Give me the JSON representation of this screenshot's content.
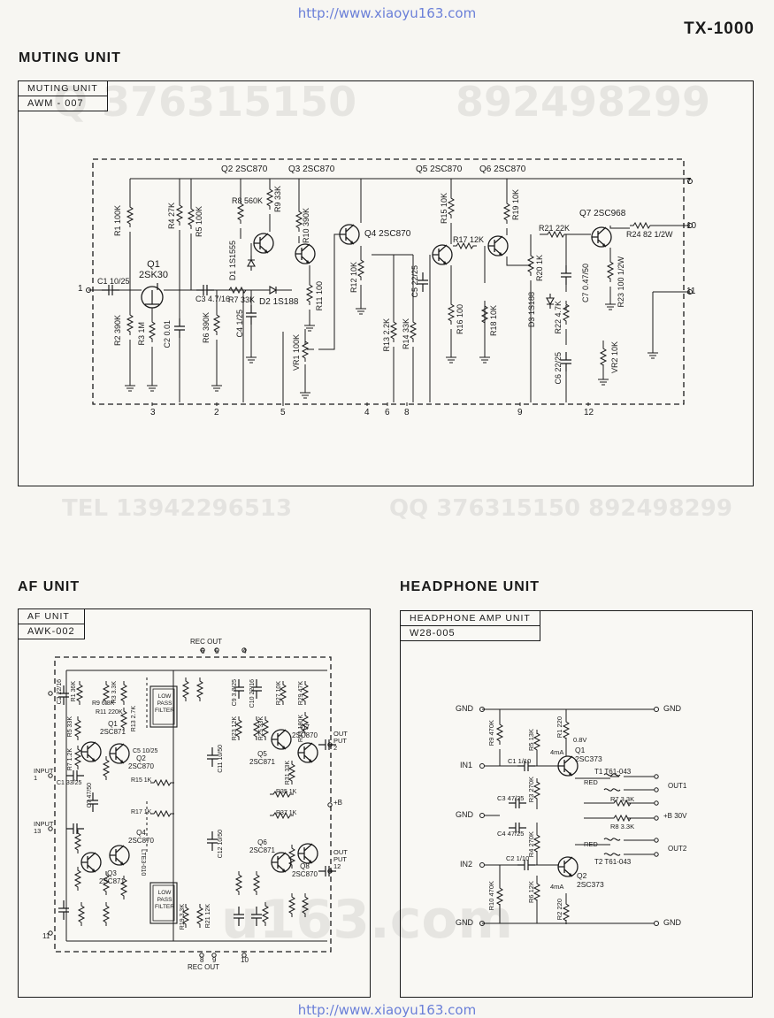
{
  "page": {
    "url_top": "http://www.xiaoyu163.com",
    "url_bottom": "http://www.xiaoyu163.com",
    "model": "TX-1000"
  },
  "watermarks": {
    "qq_top": "Q 376315150",
    "qq_top_2": "892498299",
    "tel_mid": "TEL 13942296513",
    "qq_mid": "QQ 376315150 892498299",
    "site_bottom": "u163.com"
  },
  "muting": {
    "section_title": "MUTING UNIT",
    "box_title": "MUTING UNIT",
    "box_code": "AWM - 007",
    "transistors": [
      {
        "id": "Q1",
        "part": "2SK30"
      },
      {
        "id": "Q2",
        "part": "2SC870"
      },
      {
        "id": "Q3",
        "part": "2SC870"
      },
      {
        "id": "Q4",
        "part": "2SC870"
      },
      {
        "id": "Q5",
        "part": "2SC870"
      },
      {
        "id": "Q6",
        "part": "2SC870"
      },
      {
        "id": "Q7",
        "part": "2SC968"
      }
    ],
    "diodes": [
      {
        "id": "D1",
        "part": "1S1555"
      },
      {
        "id": "D2",
        "part": "1S188"
      },
      {
        "id": "D3",
        "part": "1S188"
      }
    ],
    "components": [
      "R1 100K",
      "R2 390K",
      "R3 1M",
      "C1 10/25",
      "R4 27K",
      "R5 100K",
      "R6 390K",
      "C2 0.01",
      "C3 4.7/16",
      "R7 33K",
      "C4 1/25",
      "R8 560K",
      "R9 33K",
      "R10 390K",
      "R11 100",
      "VR1 100K",
      "R12 10K",
      "R13 2.2K",
      "R14 33K",
      "C5 22/25",
      "R15 10K",
      "R16 100",
      "R17 12K",
      "R18 10K",
      "R19 10K",
      "R20 1K",
      "R21 22K",
      "R22 4.7K",
      "C6 22/25",
      "C7 0.47/50",
      "VR2 10K",
      "R23 100 1/2W",
      "R24 82 1/2W"
    ],
    "terminals": [
      "1",
      "2",
      "3",
      "4",
      "5",
      "6",
      "7",
      "8",
      "9",
      "10",
      "11",
      "12"
    ]
  },
  "af": {
    "section_title": "AF UNIT",
    "box_title": "AF UNIT",
    "box_code": "AWK-002",
    "rec_out_top": "REC OUT",
    "rec_out_bottom": "REC OUT",
    "lpf": "LOW PASS FILTER",
    "input_1": "INPUT 1",
    "input_13": "INPUT 13",
    "output_2": "OUT PUT 2",
    "output_12": "OUT PUT 12",
    "plus_b": "+B",
    "transistors": [
      {
        "id": "Q1",
        "part": "2SC871"
      },
      {
        "id": "Q2",
        "part": "2SC870"
      },
      {
        "id": "Q3",
        "part": "2SC871"
      },
      {
        "id": "Q4",
        "part": "2SC870"
      },
      {
        "id": "Q5",
        "part": "2SC871"
      },
      {
        "id": "Q6",
        "part": "2SC871"
      },
      {
        "id": "Q7",
        "part": "2SC870"
      },
      {
        "id": "Q8",
        "part": "2SC870"
      }
    ],
    "transformer": "LTE3-010",
    "components": [
      "C1 33/25",
      "C2 22/16",
      "R1 36K",
      "R3 3.3K",
      "R5 33K",
      "R7 1.2K",
      "R9 6.8K",
      "R11 220K",
      "R13 2.7K",
      "C5 10/25",
      "R15 1K",
      "C7 47/50",
      "R17 1K",
      "R19 3.3K",
      "R21 12K",
      "C9 3.3/25",
      "C10 22/16",
      "R23 12K",
      "R25 33K",
      "R27 10K",
      "R29 47K",
      "R31 33K",
      "R33 180K",
      "R35 1K",
      "R37 1K",
      "C11 10/50",
      "C12 10/50"
    ],
    "terminals": [
      "1",
      "2",
      "4",
      "5",
      "6",
      "8",
      "9",
      "10",
      "11",
      "12",
      "13"
    ]
  },
  "hp": {
    "section_title": "HEADPHONE UNIT",
    "box_title": "HEADPHONE AMP UNIT",
    "box_code": "W28-005",
    "gnd": "GND",
    "in1": "IN1",
    "in2": "IN2",
    "q1": "Q1 2SC373",
    "q2": "Q2 2SC373",
    "t1": "T1 T61-043",
    "t2": "T2 T61-043",
    "out1": "OUT1",
    "out2": "OUT2",
    "plus_b": "+B 30V",
    "components": [
      "R9 470K",
      "R5 13K",
      "R1 220",
      "C1 1/10",
      "R3 270K",
      "C3 47/25",
      "R7 3.3K",
      "R8 3.3K",
      "C4 47/25",
      "R4 270K",
      "C2 1/10",
      "R10 470K",
      "R6 12K",
      "R2 220"
    ],
    "misc": [
      "0.8V",
      "4mA",
      "4mA",
      "RED",
      "RED"
    ]
  }
}
